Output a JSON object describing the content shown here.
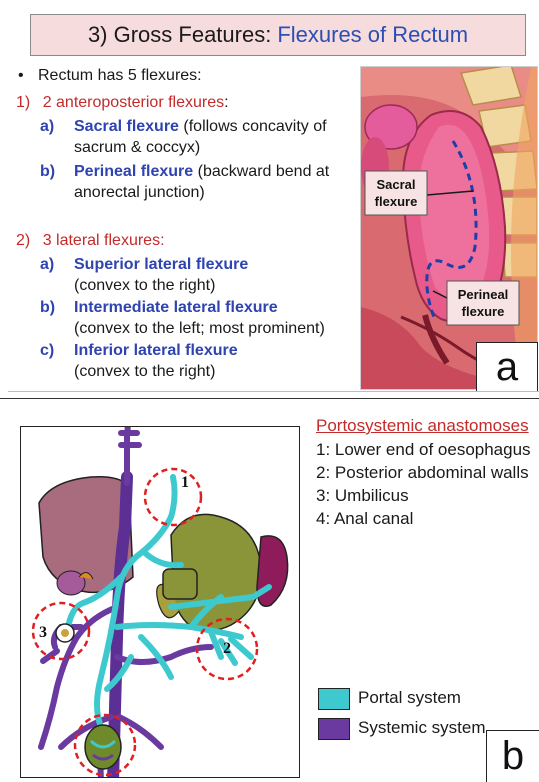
{
  "panel_a": {
    "title_prefix": "3) Gross Features:",
    "title_accent": "Flexures of Rectum",
    "intro_bullet": "•",
    "intro_text": "Rectum has 5 flexures:",
    "section1": {
      "number": "1)",
      "heading": "2 anteroposterior flexures",
      "colon": ":",
      "items": [
        {
          "marker": "a)",
          "name": "Sacral flexure",
          "desc_inline": " (follows concavity of",
          "desc_line2": "sacrum & coccyx)"
        },
        {
          "marker": "b)",
          "name": "Perineal flexure",
          "desc_inline": " (backward bend at",
          "desc_line2": "anorectal junction)"
        }
      ]
    },
    "section2": {
      "number": "2)",
      "heading": "3 lateral flexures:",
      "items": [
        {
          "marker": "a)",
          "name": "Superior lateral flexure",
          "desc_line2": "(convex to the right)"
        },
        {
          "marker": "b)",
          "name": "Intermediate lateral flexure",
          "desc_line2": "(convex to the left; most prominent)"
        },
        {
          "marker": "c)",
          "name": "Inferior lateral flexure",
          "desc_line2": "(convex to the right)"
        }
      ]
    },
    "figure_labels": {
      "sacral_line1": "Sacral",
      "sacral_line2": "flexure",
      "perineal_line1": "Perineal",
      "perineal_line2": "flexure"
    },
    "panel_letter": "a"
  },
  "panel_b": {
    "heading": "Portosystemic anastomoses",
    "sites": [
      "1: Lower end of oesophagus",
      "2: Posterior abdominal walls",
      "3: Umbilicus",
      "4: Anal canal"
    ],
    "diagram_markers": [
      "1",
      "2",
      "3"
    ],
    "legend": [
      {
        "label": "Portal system",
        "color": "#3ec9cf"
      },
      {
        "label": "Systemic system",
        "color": "#6a3aa0"
      }
    ],
    "panel_letter": "b"
  },
  "colors": {
    "title_bg": "#f6dcdc",
    "accent_blue": "#2f44b0",
    "accent_red": "#c42a2a",
    "portal": "#3ec9cf",
    "systemic": "#6a3aa0"
  }
}
